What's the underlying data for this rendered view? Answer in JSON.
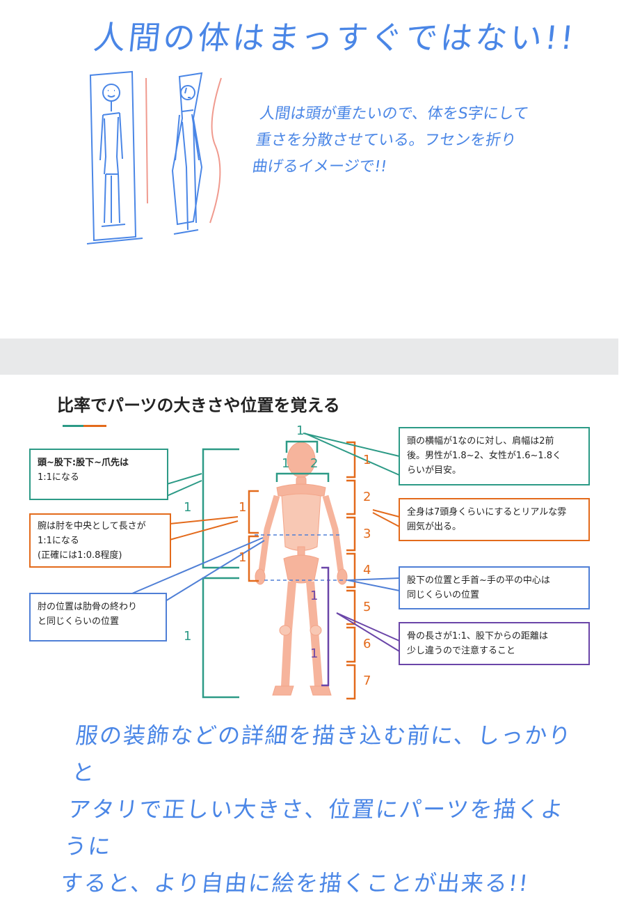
{
  "sketch": {
    "title": "人間の体はまっすぐではない!!",
    "note_lines": [
      "人間は頭が重たいので、体をS字にして",
      "重さを分散させている。フセンを折り",
      "曲げるイメージで!!"
    ]
  },
  "section": {
    "title": "比率でパーツの大きさや位置を覚える",
    "accent_colors": [
      "#2c9a86",
      "#e36a1b"
    ]
  },
  "annotations": {
    "head_ratio": {
      "lines": [
        "頭~股下:股下~爪先は",
        "1:1になる"
      ]
    },
    "arm_ratio": {
      "lines": [
        "腕は肘を中央として長さが",
        "1:1になる",
        "(正確には1:0.8程度)"
      ]
    },
    "elbow_position": {
      "lines": [
        "肘の位置は肋骨の終わり",
        "と同じくらいの位置"
      ]
    },
    "shoulder_width": {
      "lines": [
        "頭の横幅が1なのに対し、肩幅は2前",
        "後。男性が1.8~2、女性が1.6~1.8く",
        "らいが目安。"
      ]
    },
    "seven_heads": {
      "lines": [
        "全身は7頭身くらいにするとリアルな雰",
        "囲気が出る。"
      ]
    },
    "crotch_position": {
      "lines": [
        "股下の位置と手首~手の平の中心は",
        "同じくらいの位置"
      ]
    },
    "bone_length": {
      "lines": [
        "骨の長さが1:1、股下からの距離は",
        "少し違うので注意すること"
      ]
    }
  },
  "ratio_labels": {
    "head_width": "1",
    "shoulder_left": "1",
    "shoulder_right": "2",
    "upper_body": "1",
    "lower_body": "1",
    "upper_arm": "1",
    "forearm": "1",
    "thigh": "1",
    "shin": "1",
    "head_units": [
      "1",
      "2",
      "3",
      "4",
      "5",
      "6",
      "7"
    ]
  },
  "bottom_note_lines": [
    "服の装飾などの詳細を描き込む前に、しっかりと",
    "アタリで正しい大きさ、位置にパーツを描くように",
    "すると、より自由に絵を描くことが出来る!!"
  ]
}
